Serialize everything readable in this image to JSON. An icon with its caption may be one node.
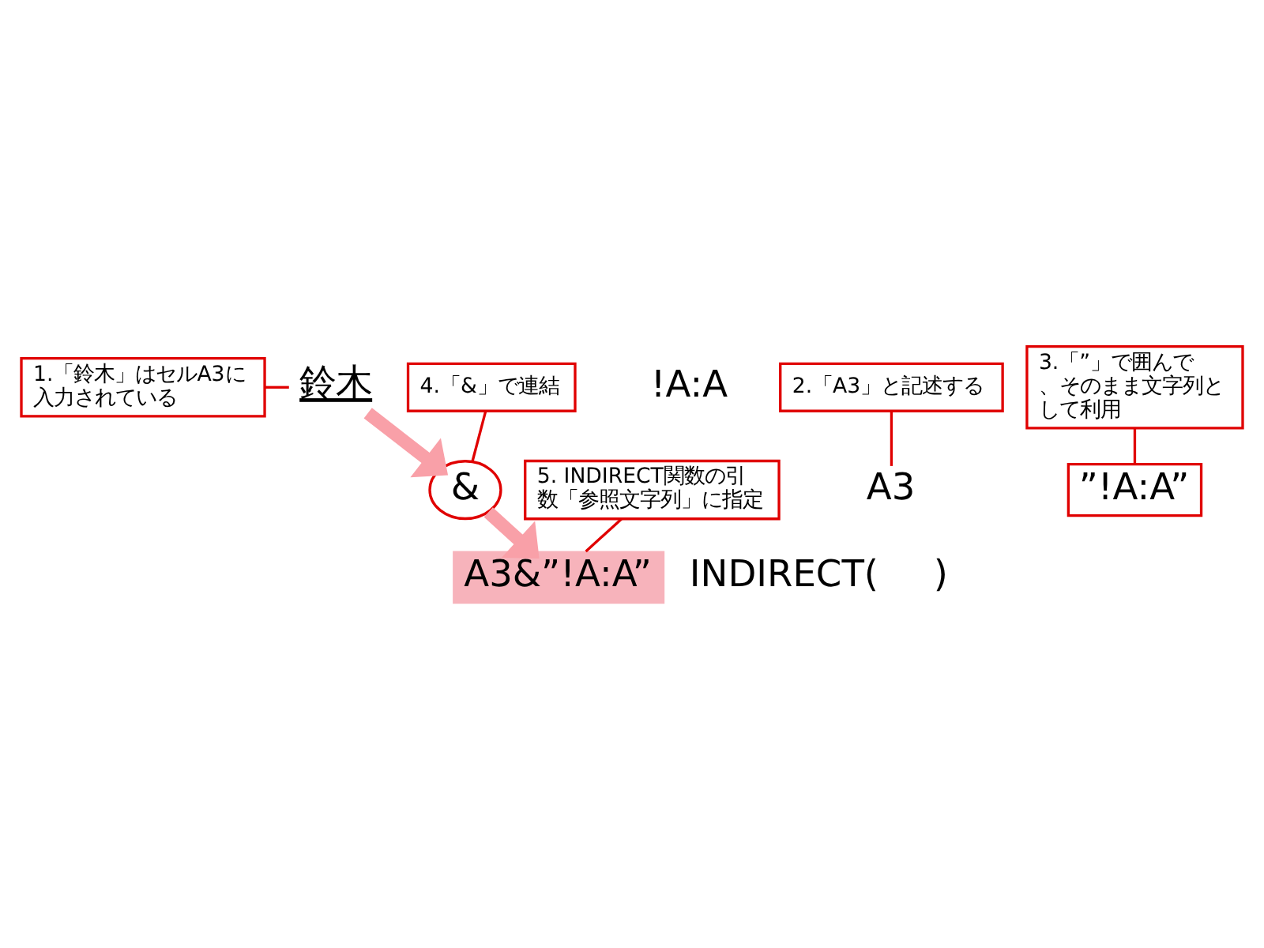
{
  "diagram": {
    "nodes": [
      {
        "text": [
          "1.「鈴木」はセルA3に入力されている"
        ]
      },
      {
        "text": [
          "鈴木"
        ]
      },
      {
        "text": [
          "!A:A"
        ]
      },
      {
        "text": [
          "A3"
        ]
      },
      {
        "text": [
          "&"
        ]
      },
      {
        "text": [
          "”!A:A”"
        ]
      },
      {
        "text": [
          "2.「A3」と記述する"
        ]
      },
      {
        "text": [
          "3.「”」で囲んで、そのまま文字列として利用"
        ]
      },
      {
        "text": [
          "4.「&」で連結"
        ]
      },
      {
        "text": [
          "INDIRECT("
        ]
      },
      {
        "text": [
          "A3&”!A:A”"
        ]
      },
      {
        "text": [
          ")"
        ]
      },
      {
        "text": [
          "5. INDIRECT関数の引数「参照文字列」に指定"
        ]
      }
    ],
    "edges": [
      {
        "from": 0,
        "to": 1,
        "arrow": "none"
      },
      {
        "from": 1,
        "to": 4,
        "arrow": "to",
        "style": "thick",
        "color": "#f9a0a8"
      },
      {
        "from": 6,
        "to": 3,
        "arrow": "none"
      },
      {
        "from": 7,
        "to": 5,
        "arrow": "none"
      },
      {
        "from": 8,
        "to": 4,
        "arrow": "none"
      },
      {
        "from": 4,
        "to": 10,
        "arrow": "to",
        "style": "thick",
        "color": "#f9a0a8"
      },
      {
        "from": 12,
        "to": 10,
        "arrow": "none"
      }
    ]
  }
}
